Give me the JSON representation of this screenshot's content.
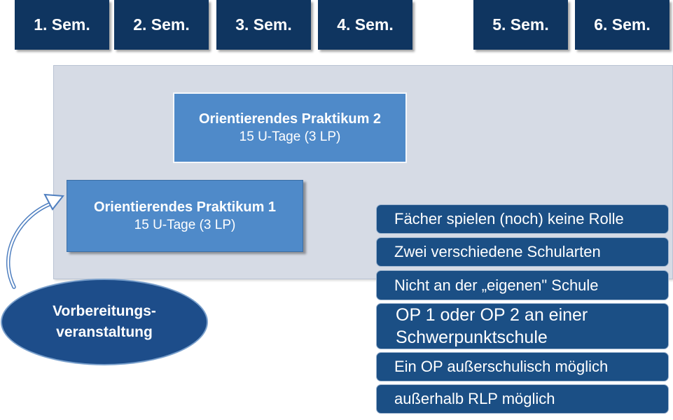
{
  "semesters": [
    "1. Sem.",
    "2. Sem.",
    "3. Sem.",
    "4. Sem.",
    "5. Sem.",
    "6. Sem."
  ],
  "practicum2": {
    "title": "Orientierendes Praktikum 2",
    "subtitle": "15 U-Tage (3 LP)"
  },
  "practicum1": {
    "title": "Orientierendes Praktikum 1",
    "subtitle": "15 U-Tage  (3 LP)"
  },
  "preparation": {
    "line1": "Vorbereitungs-",
    "line2": "veranstaltung"
  },
  "notes": [
    "Fächer spielen (noch) keine Rolle",
    "Zwei verschiedene Schularten",
    "Nicht an der „eigenen\" Schule",
    "OP 1 oder OP 2 an einer",
    "Schwerpunktschule",
    "Ein OP außerschulisch möglich",
    "außerhalb RLP möglich"
  ]
}
